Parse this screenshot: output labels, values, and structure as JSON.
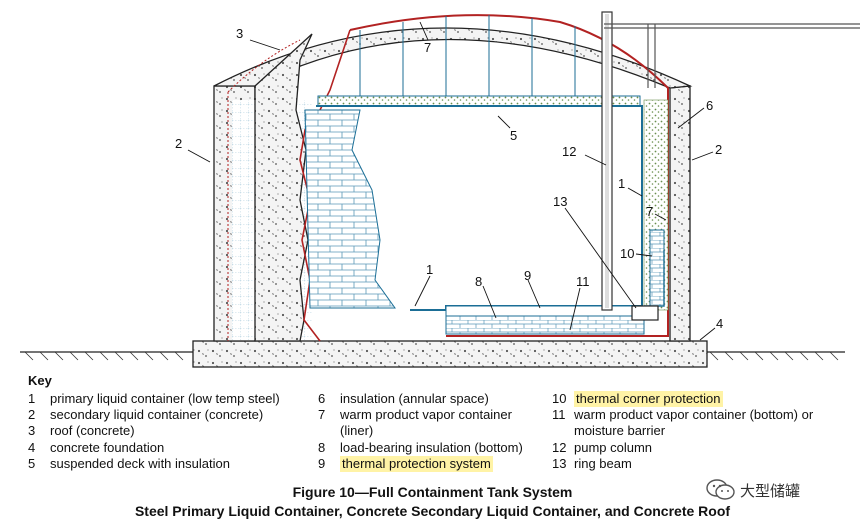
{
  "callouts": [
    {
      "id": "c3",
      "text": "3"
    },
    {
      "id": "c7a",
      "text": "7"
    },
    {
      "id": "c2a",
      "text": "2"
    },
    {
      "id": "c6",
      "text": "6"
    },
    {
      "id": "c2b",
      "text": "2"
    },
    {
      "id": "c5",
      "text": "5"
    },
    {
      "id": "c12",
      "text": "12"
    },
    {
      "id": "c1a",
      "text": "1"
    },
    {
      "id": "c13",
      "text": "13"
    },
    {
      "id": "c7b",
      "text": "7"
    },
    {
      "id": "c10",
      "text": "10"
    },
    {
      "id": "c1b",
      "text": "1"
    },
    {
      "id": "c9",
      "text": "9"
    },
    {
      "id": "c8",
      "text": "8"
    },
    {
      "id": "c11",
      "text": "11"
    },
    {
      "id": "c4",
      "text": "4"
    }
  ],
  "key": {
    "title": "Key",
    "col1": [
      {
        "num": "1",
        "text": "primary liquid container (low temp steel)"
      },
      {
        "num": "2",
        "text": "secondary liquid container (concrete)"
      },
      {
        "num": "3",
        "text": "roof (concrete)"
      },
      {
        "num": "4",
        "text": "concrete foundation"
      },
      {
        "num": "5",
        "text": "suspended deck with insulation"
      }
    ],
    "col2": [
      {
        "num": "6",
        "text": "insulation (annular space)"
      },
      {
        "num": "7",
        "text": "warm product vapor container"
      },
      {
        "num": "",
        "text": "(liner)"
      },
      {
        "num": "8",
        "text": "load-bearing insulation (bottom)"
      },
      {
        "num": "9",
        "text": "thermal protection system"
      }
    ],
    "col3": [
      {
        "num": "10",
        "text": "thermal corner protection"
      },
      {
        "num": "11",
        "text": "warm product vapor container (bottom) or"
      },
      {
        "num": "",
        "text": "moisture barrier"
      },
      {
        "num": "12",
        "text": "pump column"
      },
      {
        "num": "13",
        "text": "ring beam"
      }
    ]
  },
  "caption": {
    "line1": "Figure  10—Full Containment Tank System",
    "line2": "Steel Primary Liquid Container, Concrete Secondary Liquid Container, and Concrete Roof"
  },
  "watermark": {
    "text": "大型储罐"
  },
  "colors": {
    "primary_steel": "#1b6e96",
    "liner_red": "#b22222",
    "highlight": "#fff3a6",
    "concrete_fill": "#f4f4f4"
  }
}
